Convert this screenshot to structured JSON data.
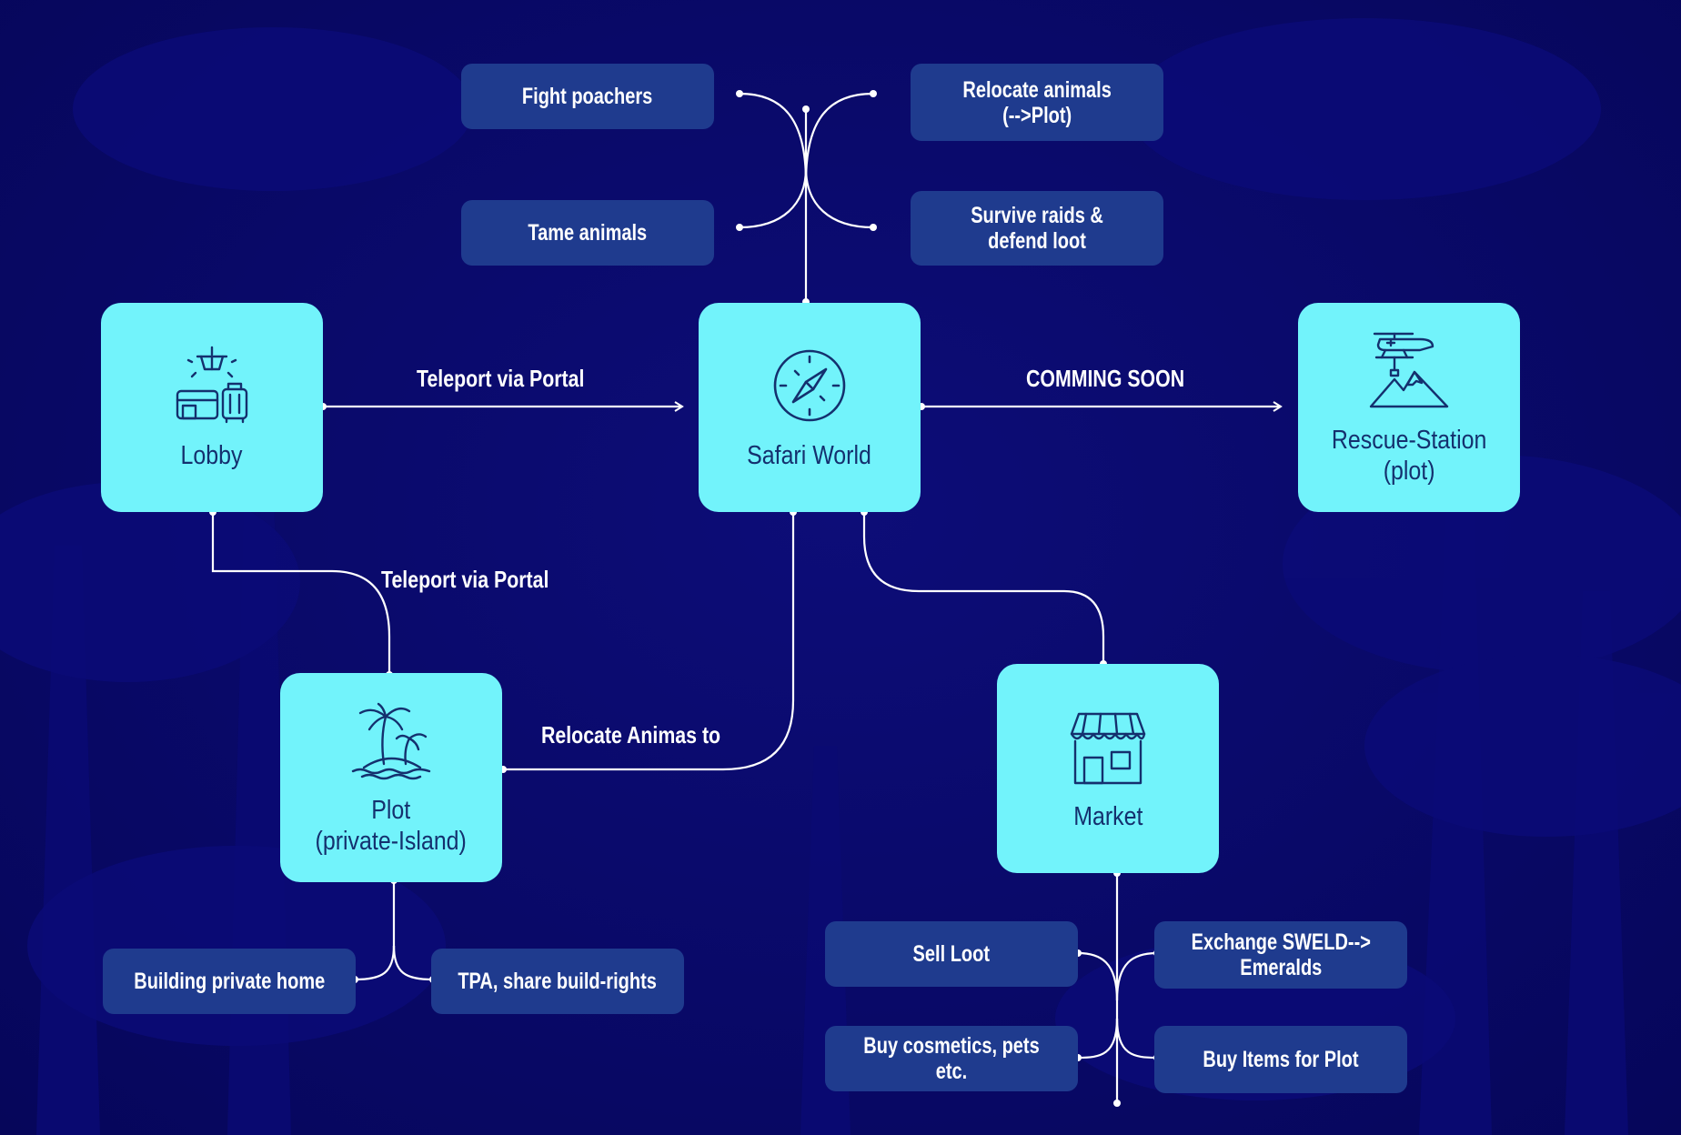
{
  "nodes": {
    "lobby": {
      "label": "Lobby",
      "icon": "lobby-luggage-icon"
    },
    "safari": {
      "label": "Safari World",
      "icon": "compass-icon"
    },
    "rescue": {
      "label": "Rescue-Station\n(plot)",
      "icon": "helicopter-mountain-icon"
    },
    "plot": {
      "label": "Plot\n(private-Island)",
      "icon": "palm-island-icon"
    },
    "market": {
      "label": "Market",
      "icon": "market-shop-icon"
    }
  },
  "edges": {
    "lobby_to_safari": "Teleport via Portal",
    "safari_to_rescue": "COMMING SOON",
    "lobby_to_plot": "Teleport via Portal",
    "plot_to_safari": "Relocate Animas to"
  },
  "safari_actions": {
    "fight_poachers": "Fight poachers",
    "relocate_animals": "Relocate animals\n(-->Plot)",
    "tame_animals": "Tame animals",
    "survive_raids": "Survive raids &\ndefend loot"
  },
  "plot_actions": {
    "building_home": "Building private home",
    "tpa": "TPA, share build-rights"
  },
  "market_actions": {
    "sell_loot": "Sell Loot",
    "exchange": "Exchange SWELD-->\nEmeralds",
    "buy_cosmetics": "Buy cosmetics, pets etc.",
    "buy_items": "Buy Items for Plot"
  },
  "colors": {
    "background": "#090968",
    "node_fill": "#72f3fb",
    "node_text": "#14306e",
    "pill_fill": "#1f3b8e",
    "line": "#ffffff"
  }
}
